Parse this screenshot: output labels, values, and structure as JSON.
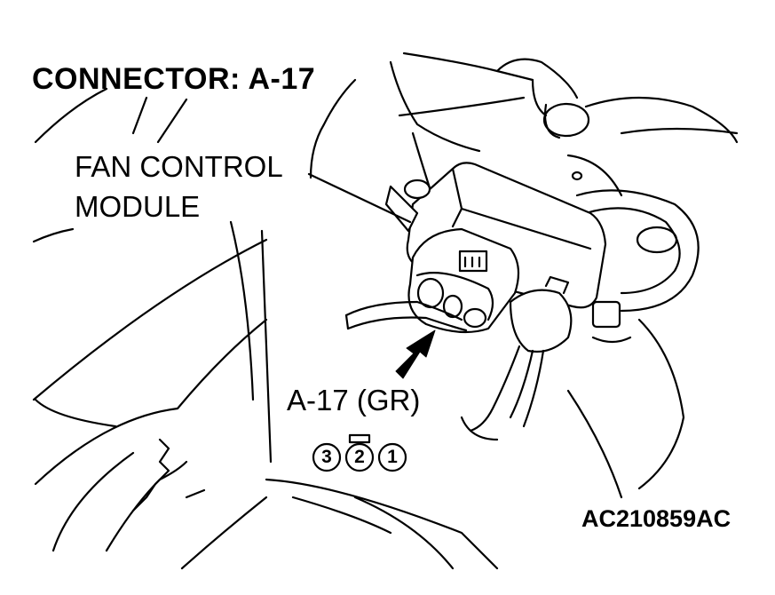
{
  "title": "CONNECTOR: A-17",
  "component_label": {
    "line1": "FAN CONTROL",
    "line2": "MODULE"
  },
  "connector_label": "A-17 (GR)",
  "pins": [
    "3",
    "2",
    "1"
  ],
  "figure_code": "AC210859AC"
}
